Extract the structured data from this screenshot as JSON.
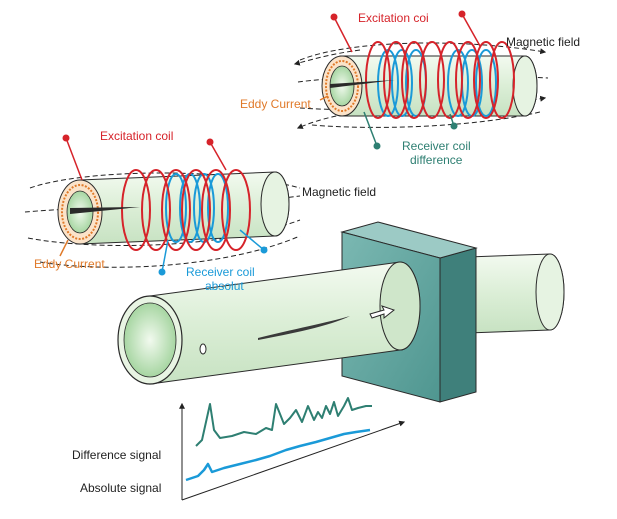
{
  "labels": {
    "excitation_coil_top": "Excitation coi",
    "magnetic_field_top": "Magnetic field",
    "eddy_current_top": "Eddy Current",
    "receiver_coil_difference_1": "Receiver coil",
    "receiver_coil_difference_2": "difference",
    "excitation_coil_left": "Excitation coil",
    "magnetic_field_left": "Magnetic field",
    "eddy_current_left": "Eddy Current",
    "receiver_coil_absolut_1": "Receiver coil",
    "receiver_coil_absolut_2": "absolut",
    "difference_signal": "Difference signal",
    "absolute_signal": "Absolute signal"
  },
  "colors": {
    "excitation": "#d6232a",
    "receiver": "#1a9ad8",
    "eddy": "#e07a2a",
    "tube_fill": "#e6f3e2",
    "tube_stroke": "#2a2a2a",
    "signal_difference": "#2e7f72",
    "signal_absolute": "#1a9ad8",
    "probe_block": "#5fa7a2"
  }
}
